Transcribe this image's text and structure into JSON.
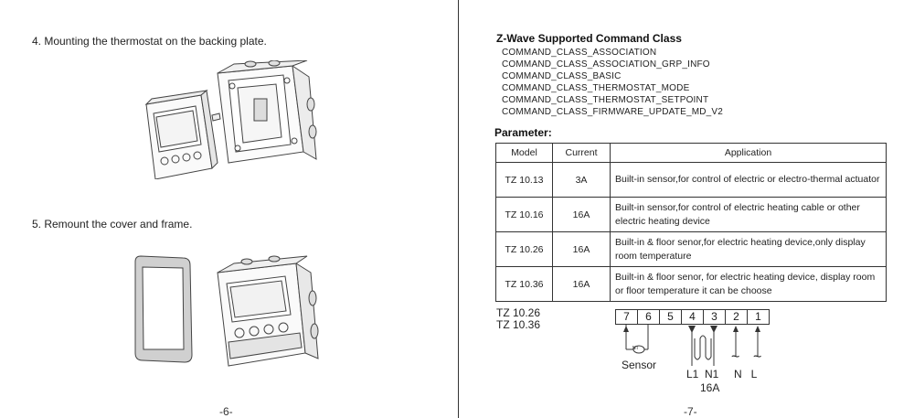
{
  "left_page": {
    "step4": "4. Mounting the thermostat on the backing plate.",
    "step5": "5. Remount the cover and frame.",
    "page_number": "-6-"
  },
  "right_page": {
    "zwave_title": "Z-Wave Supported Command Class",
    "command_classes": [
      "COMMAND_CLASS_ASSOCIATION",
      "COMMAND_CLASS_ASSOCIATION_GRP_INFO",
      "COMMAND_CLASS_BASIC",
      "COMMAND_CLASS_THERMOSTAT_MODE",
      "COMMAND_CLASS_THERMOSTAT_SETPOINT",
      "COMMAND_CLASS_FIRMWARE_UPDATE_MD_V2"
    ],
    "parameter_title": "Parameter:",
    "table": {
      "headers": [
        "Model",
        "Current",
        "Application"
      ],
      "rows": [
        {
          "model": "TZ 10.13",
          "current": "3A",
          "application": "Built-in sensor,for control of electric or electro-thermal actuator"
        },
        {
          "model": "TZ 10.16",
          "current": "16A",
          "application": "Built-in sensor,for control of electric heating cable or other electric heating device"
        },
        {
          "model": "TZ 10.26",
          "current": "16A",
          "application": "Built-in & floor senor,for electric heating device,only display room temperature"
        },
        {
          "model": "TZ 10.36",
          "current": "16A",
          "application": "Built-in & floor senor, for electric heating device, display room or floor temperature it can be choose"
        }
      ]
    },
    "wiring": {
      "models": [
        "TZ 10.26",
        "TZ 10.36"
      ],
      "terminals": [
        "7",
        "6",
        "5",
        "4",
        "3",
        "2",
        "1"
      ],
      "sensor_label": "Sensor",
      "sensor_symbol": "NT",
      "load_labels": "L1  N1",
      "load_current": "16A",
      "supply_labels": "N   L",
      "ac_symbol": "~"
    },
    "page_number": "-7-"
  }
}
